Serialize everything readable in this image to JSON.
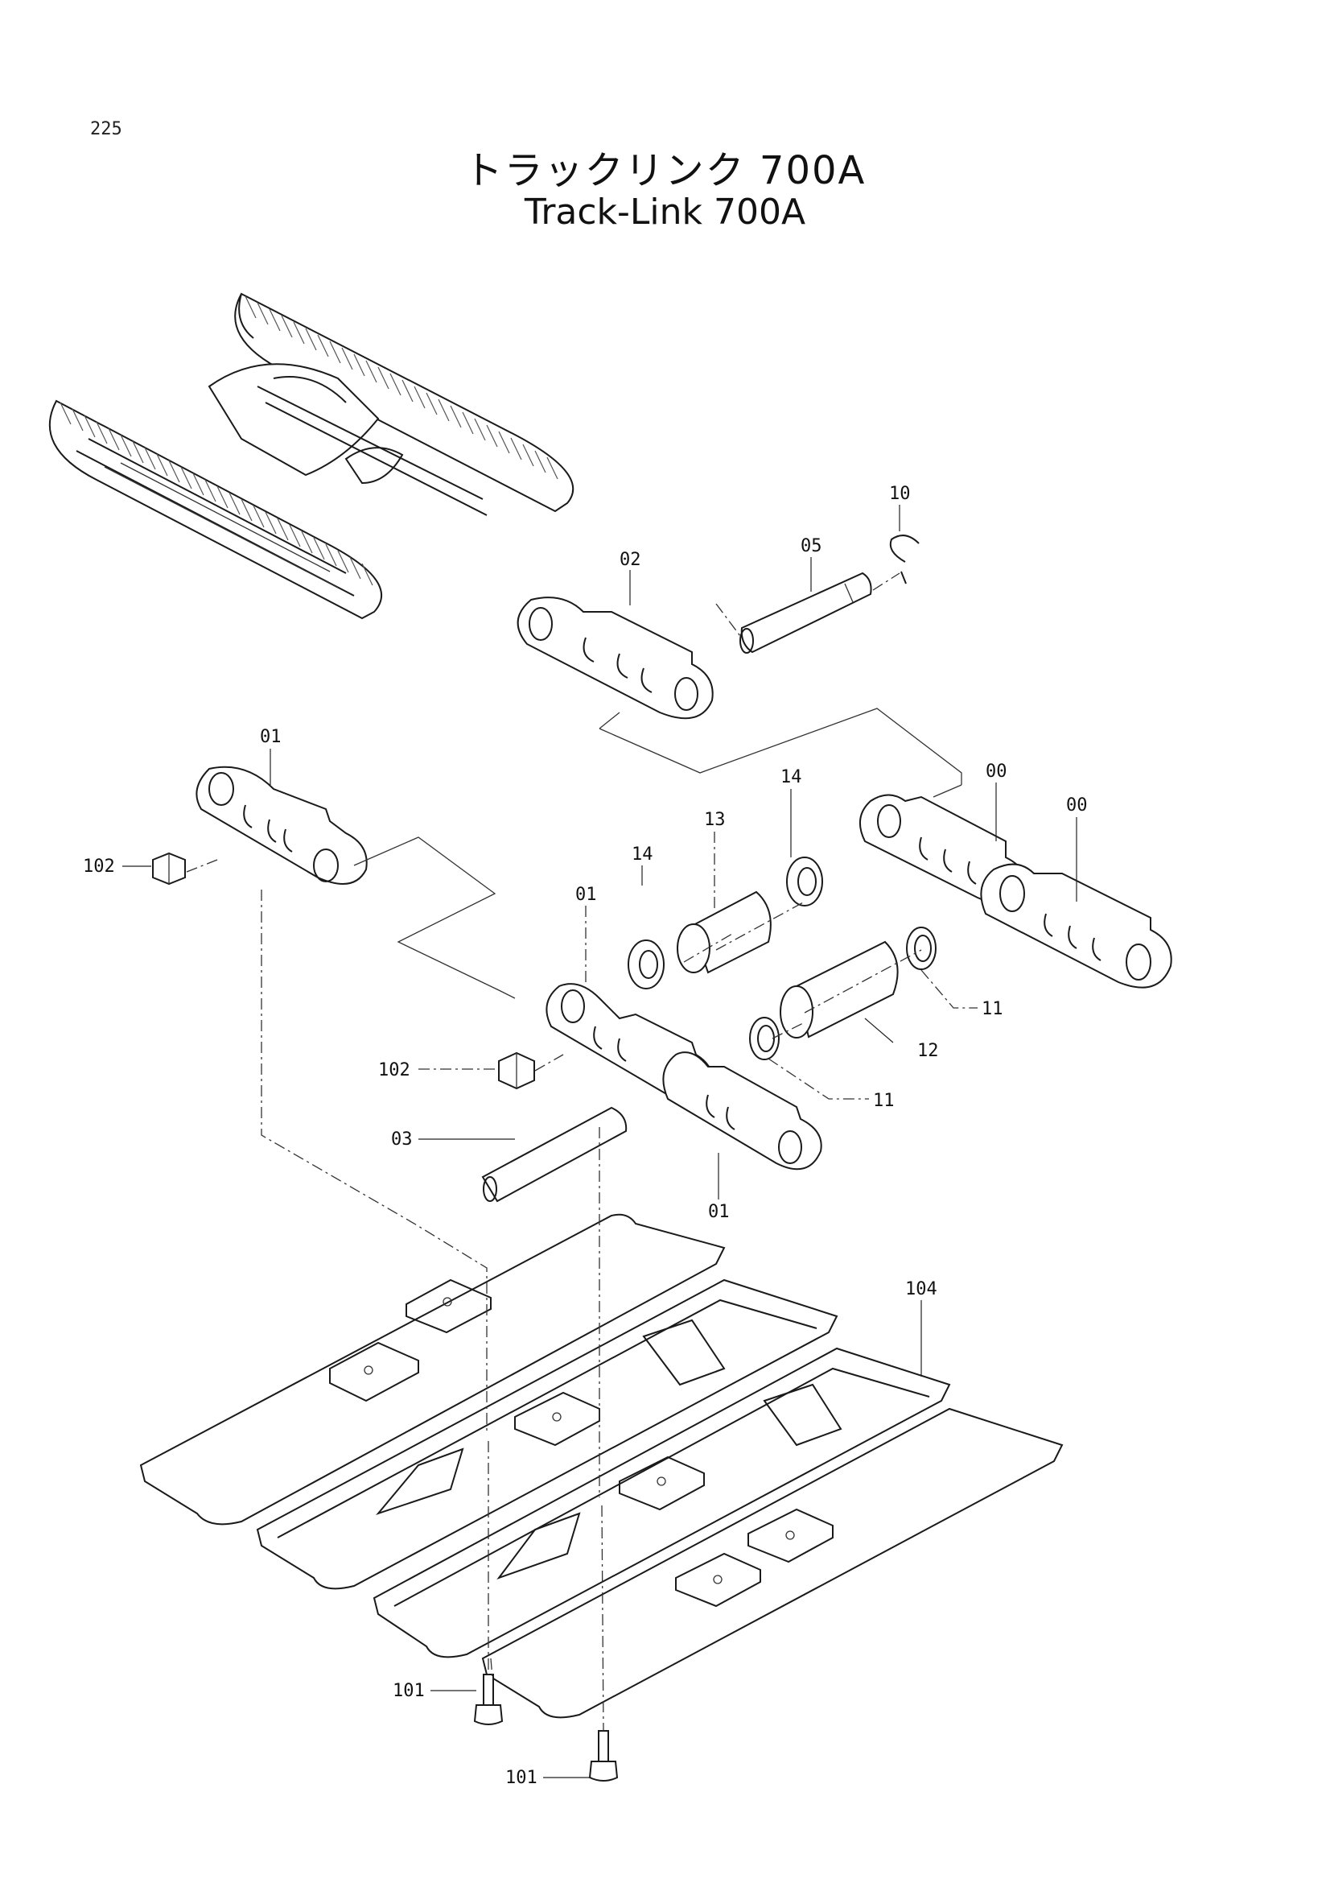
{
  "page_number": "225",
  "title_jp": "トラックリンク 700A",
  "title_en": "Track-Link 700A",
  "part_labels": [
    {
      "id": "label-10",
      "text": "10"
    },
    {
      "id": "label-02",
      "text": "02"
    },
    {
      "id": "label-05",
      "text": "05"
    },
    {
      "id": "label-01-top",
      "text": "01"
    },
    {
      "id": "label-00-a",
      "text": "00"
    },
    {
      "id": "label-00-b",
      "text": "00"
    },
    {
      "id": "label-14-a",
      "text": "14"
    },
    {
      "id": "label-13",
      "text": "13"
    },
    {
      "id": "label-102-a",
      "text": "102"
    },
    {
      "id": "label-14-b",
      "text": "14"
    },
    {
      "id": "label-01-mid",
      "text": "01"
    },
    {
      "id": "label-11-a",
      "text": "11"
    },
    {
      "id": "label-12",
      "text": "12"
    },
    {
      "id": "label-102-b",
      "text": "102"
    },
    {
      "id": "label-11-b",
      "text": "11"
    },
    {
      "id": "label-03",
      "text": "03"
    },
    {
      "id": "label-01-bot",
      "text": "01"
    },
    {
      "id": "label-104",
      "text": "104"
    },
    {
      "id": "label-101-a",
      "text": "101"
    },
    {
      "id": "label-101-b",
      "text": "101"
    }
  ]
}
